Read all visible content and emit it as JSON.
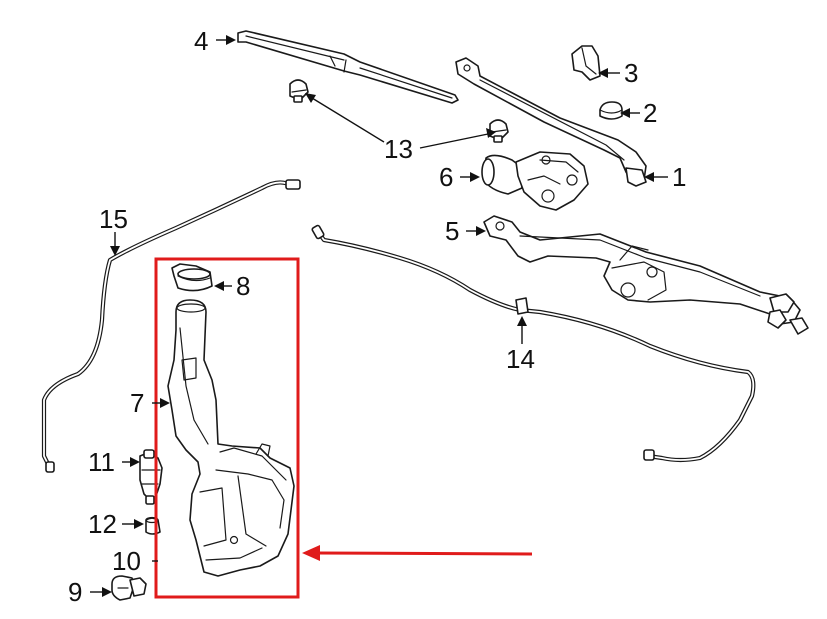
{
  "callouts": [
    {
      "id": "1",
      "label": "1"
    },
    {
      "id": "2",
      "label": "2"
    },
    {
      "id": "3",
      "label": "3"
    },
    {
      "id": "4",
      "label": "4"
    },
    {
      "id": "5",
      "label": "5"
    },
    {
      "id": "6",
      "label": "6"
    },
    {
      "id": "7",
      "label": "7"
    },
    {
      "id": "8",
      "label": "8"
    },
    {
      "id": "9",
      "label": "9"
    },
    {
      "id": "10",
      "label": "10"
    },
    {
      "id": "11",
      "label": "11"
    },
    {
      "id": "12",
      "label": "12"
    },
    {
      "id": "13",
      "label": "13"
    },
    {
      "id": "14",
      "label": "14"
    },
    {
      "id": "15",
      "label": "15"
    }
  ],
  "highlight": {
    "color": "#e01b1b",
    "target": "7"
  },
  "colors": {
    "ink": "#1a1a1a",
    "background": "#ffffff"
  }
}
